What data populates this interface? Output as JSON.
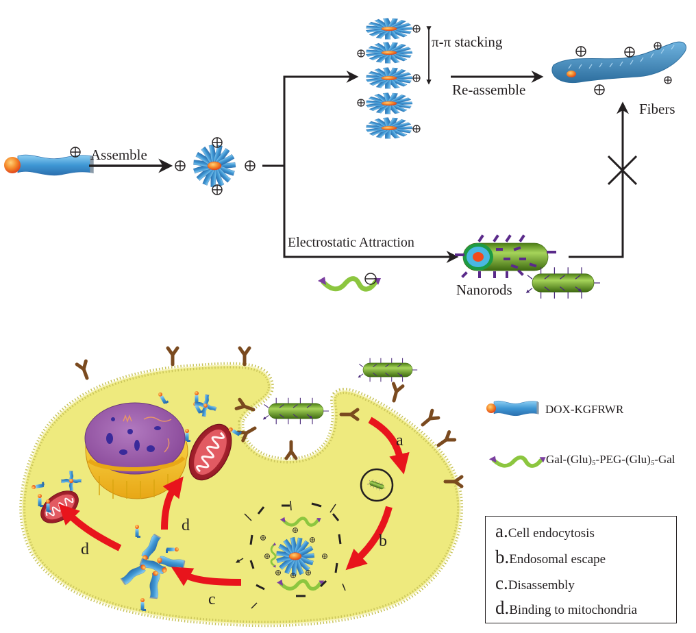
{
  "top_scheme": {
    "assemble_label": "Assemble",
    "stacking_label": "π-π stacking",
    "reassemble_label": "Re-assemble",
    "fibers_label": "Fibers",
    "electrostatic_label": "Electrostatic Attraction",
    "nanorods_label": "Nanorods",
    "positive_charge_symbol": "⊕",
    "negative_charge_symbol": "⊖",
    "blocked_symbol": "✕"
  },
  "cell_scheme": {
    "step_labels": {
      "a": "a",
      "b": "b",
      "c": "c",
      "d1": "d",
      "d2": "d"
    }
  },
  "molecule_legend": {
    "items": [
      {
        "icon": "dox-peptide-icon",
        "label": "DOX-KGFRWR"
      },
      {
        "icon": "peg-polymer-icon",
        "label_parts": [
          "Gal-(Glu)",
          "5",
          "-PEG-(Glu)",
          "5",
          "-Gal"
        ]
      }
    ]
  },
  "step_legend": {
    "items": [
      {
        "key": "a.",
        "text": "Cell endocytosis"
      },
      {
        "key": "b.",
        "text": "Endosomal escape"
      },
      {
        "key": "c.",
        "text": "Disassembly"
      },
      {
        "key": "d.",
        "text": "Binding to mitochondria"
      }
    ]
  },
  "colors": {
    "cell_fill": "#eeea7e",
    "membrane": "#c9c45a",
    "arrow_red": "#e8141c",
    "peptide_blue": "#4ba3d8",
    "dox_orange": "#f26b22",
    "rod_green": "#6ea22a",
    "polymer_green": "#8cc63f",
    "polymer_purple": "#7b3fa0",
    "receptor_brown": "#7a4a1f",
    "mito_red": "#b01f2a",
    "nucleus_purple": "#9b59a8",
    "nucleus_gold": "#f2c417"
  }
}
